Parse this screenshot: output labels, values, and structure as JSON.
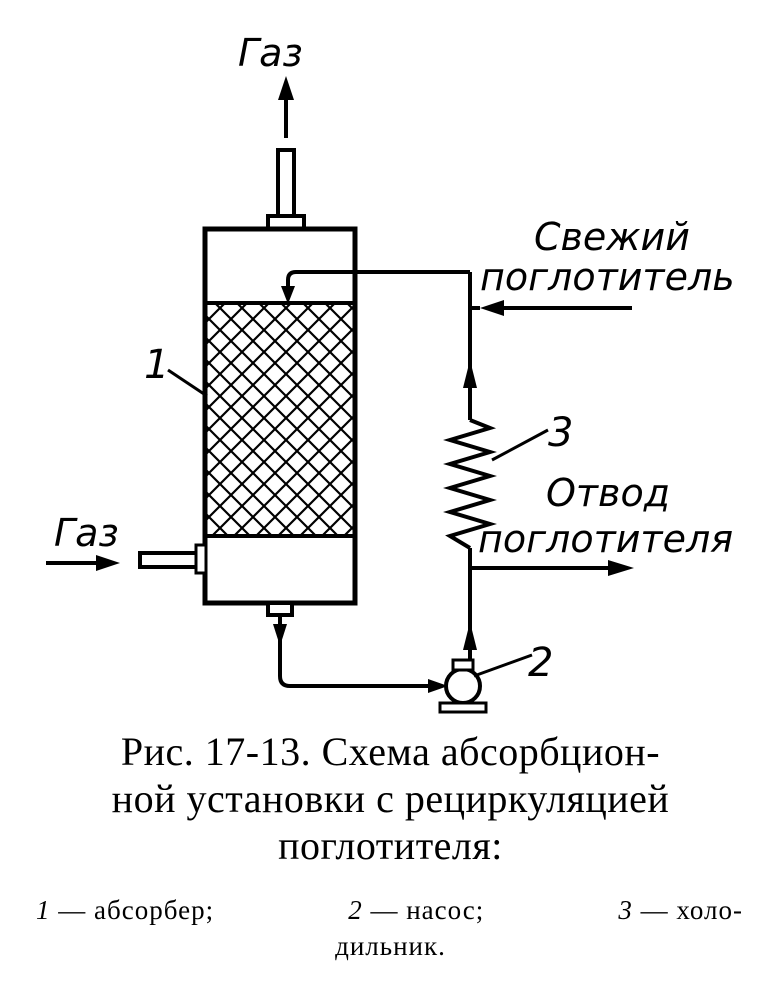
{
  "labels": {
    "gas_out": "Газ",
    "gas_in": "Газ",
    "fresh_line1": "Свежий",
    "fresh_line2": "поглотитель",
    "outlet_line1": "Отвод",
    "outlet_line2": "поглотителя",
    "num_absorber": "1",
    "num_pump": "2",
    "num_cooler": "3"
  },
  "caption": {
    "line1": "Рис. 17-13. Схема абсорбцион-",
    "line2": "ной установки с рециркуляцией",
    "line3": "поглотителя:",
    "legend": {
      "n1": "1",
      "t1": " — абсорбер;",
      "n2": "2",
      "t2": " — насос;",
      "n3": "3",
      "t3": " — холо-",
      "t4": "дильник."
    }
  }
}
